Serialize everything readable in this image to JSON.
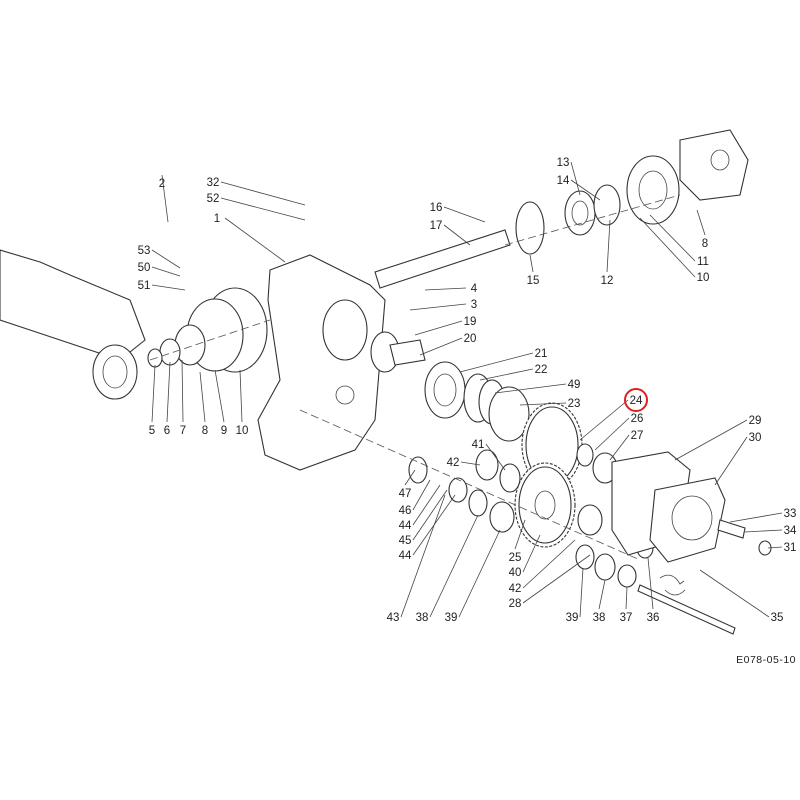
{
  "diagram": {
    "title_code": "E078-05-10",
    "highlight_color": "#e02020",
    "highlighted_callout": "24",
    "callouts": [
      "2",
      "32",
      "52",
      "1",
      "53",
      "50",
      "51",
      "5",
      "6",
      "7",
      "8",
      "9",
      "10",
      "16",
      "17",
      "13",
      "14",
      "15",
      "12",
      "8",
      "11",
      "10",
      "4",
      "3",
      "19",
      "20",
      "21",
      "22",
      "49",
      "23",
      "24",
      "26",
      "27",
      "29",
      "30",
      "41",
      "42",
      "47",
      "46",
      "44",
      "45",
      "44",
      "33",
      "34",
      "31",
      "25",
      "40",
      "42",
      "28",
      "43",
      "38",
      "39",
      "39",
      "38",
      "37",
      "36",
      "35"
    ]
  }
}
